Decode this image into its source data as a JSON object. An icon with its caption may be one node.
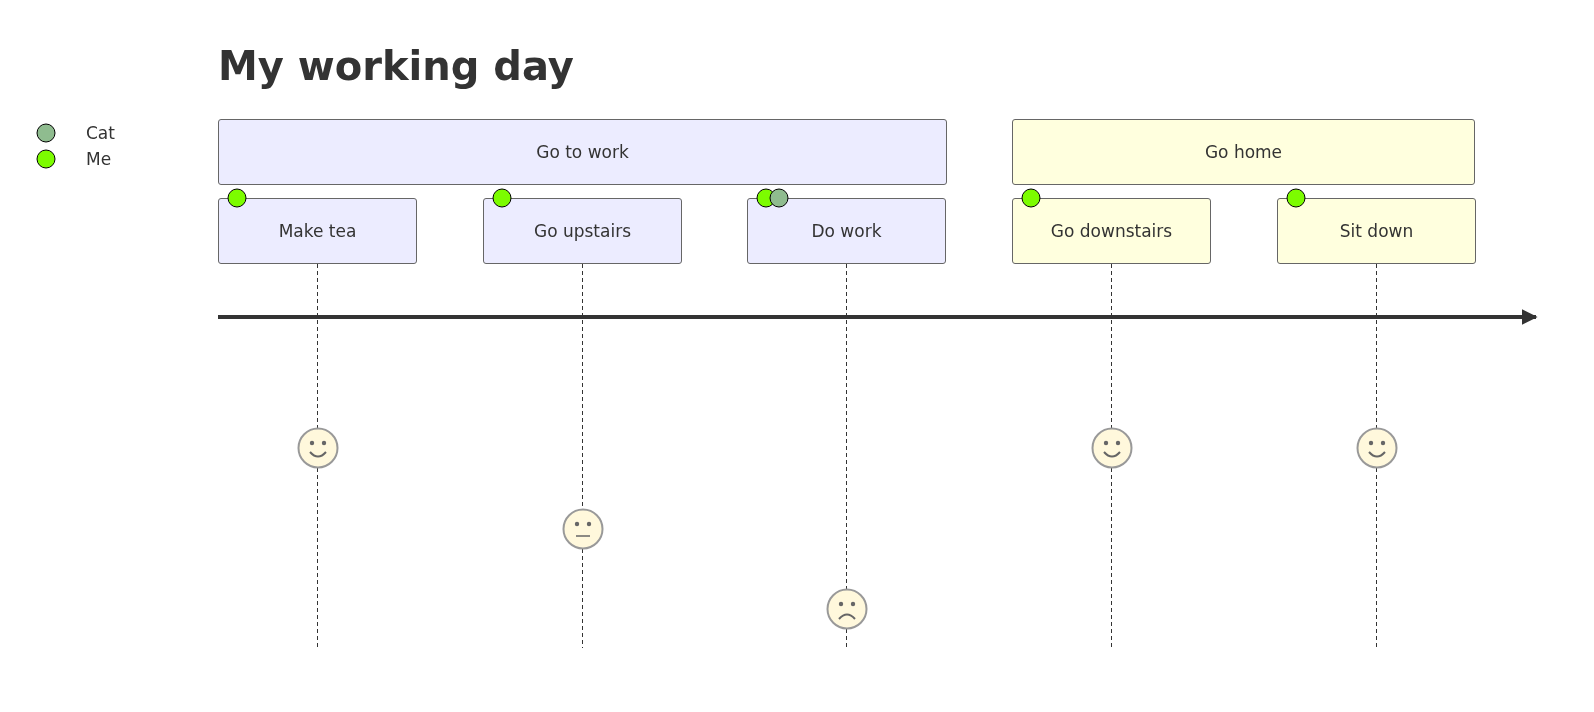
{
  "diagram": {
    "title": "My working day",
    "nodes": [
      {
        "text": [
          "Go to work"
        ]
      },
      {
        "text": [
          "Go home"
        ]
      },
      {
        "text": [
          "Make tea"
        ]
      },
      {
        "text": [
          "Go upstairs"
        ]
      },
      {
        "text": [
          "Do work"
        ]
      },
      {
        "text": [
          "Go downstairs"
        ]
      },
      {
        "text": [
          "Sit down"
        ]
      },
      {
        "text": [],
        "shape": "picture"
      },
      {
        "text": [],
        "shape": "picture"
      },
      {
        "text": [],
        "shape": "picture"
      },
      {
        "text": [],
        "shape": "picture"
      },
      {
        "text": [],
        "shape": "picture"
      }
    ],
    "edges": [
      {
        "from": 2,
        "to": 7,
        "arrow": "none",
        "style": "dashed"
      },
      {
        "from": 3,
        "to": 8,
        "arrow": "none",
        "style": "dashed"
      },
      {
        "from": 4,
        "to": 9,
        "arrow": "none",
        "style": "dashed"
      },
      {
        "from": 5,
        "to": 10,
        "arrow": "none",
        "style": "dashed"
      },
      {
        "from": 6,
        "to": 11,
        "arrow": "none",
        "style": "dashed"
      }
    ],
    "legend": [
      {
        "text": "Cat",
        "color": "#8fbc8f"
      },
      {
        "text": "Me",
        "color": "#7cfc00"
      }
    ]
  }
}
